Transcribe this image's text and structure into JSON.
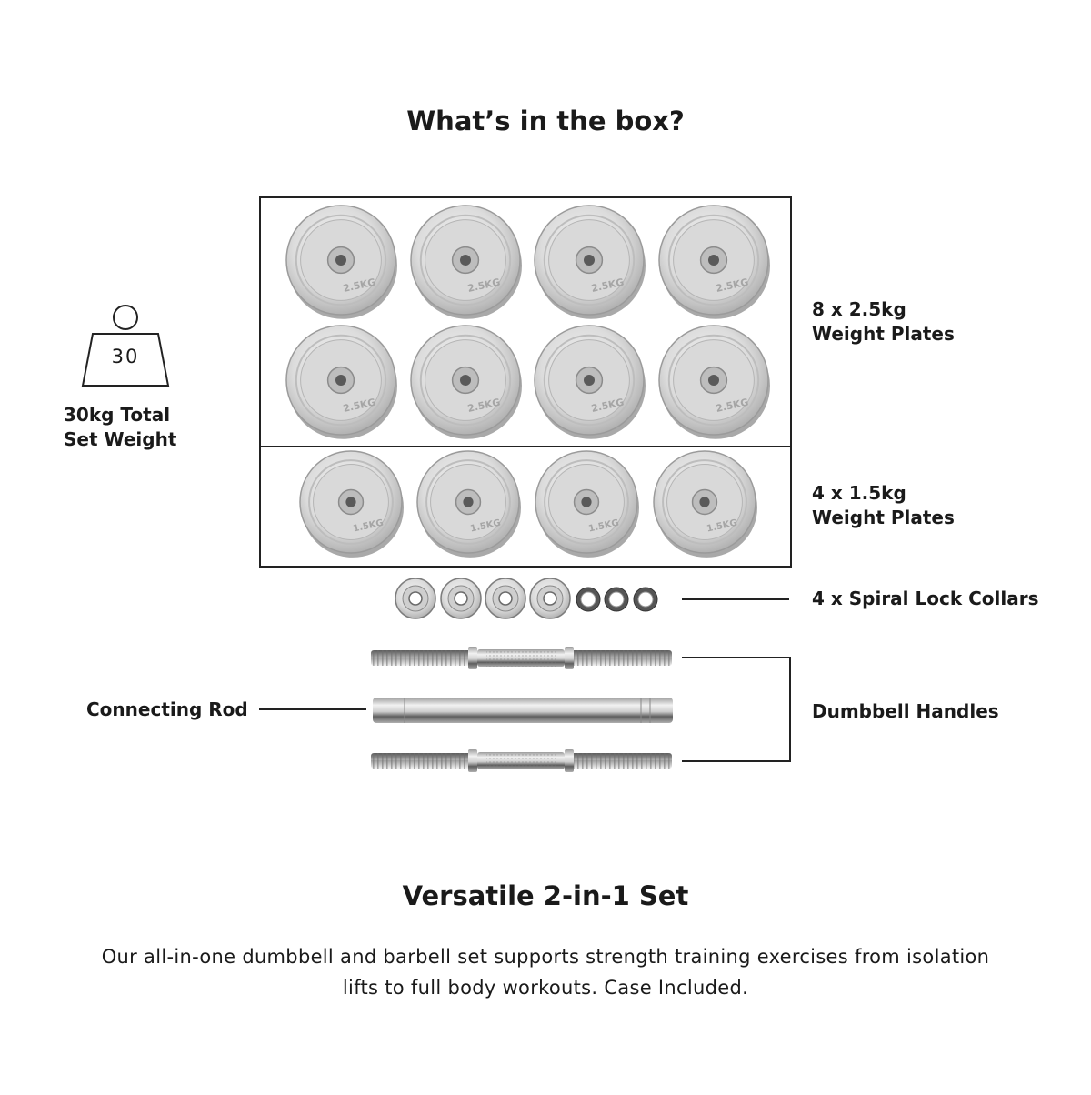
{
  "header": {
    "title": "What’s in the box?"
  },
  "weight_icon": {
    "value": "30",
    "caption": "30kg Total\nSet Weight"
  },
  "plates_large": {
    "count": 8,
    "engraving": "2.5KG",
    "label": "8 x 2.5kg\nWeight Plates"
  },
  "plates_small": {
    "count": 4,
    "engraving": "1.5KG",
    "label": "4 x 1.5kg\nWeight Plates"
  },
  "collars": {
    "label": "4 x Spiral Lock Collars"
  },
  "rods": {
    "connecting_label": "Connecting Rod",
    "handles_label": "Dumbbell Handles"
  },
  "footer": {
    "title": "Versatile 2-in-1 Set",
    "description": "Our all-in-one dumbbell and barbell set supports strength training exercises from isolation lifts to full body workouts. Case Included."
  },
  "colors": {
    "text": "#1a1a1a",
    "chrome_light": "#eeeeee",
    "chrome_dark": "#9a9a9a"
  }
}
